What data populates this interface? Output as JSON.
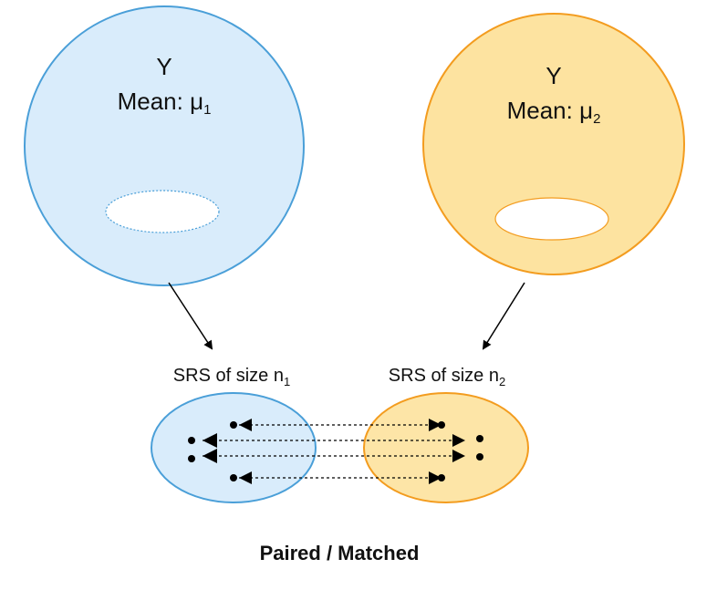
{
  "population_1": {
    "variable": "Y",
    "mean_label": "Mean: ",
    "mean_symbol": "μ",
    "mean_sub": "1",
    "color": "#d9ecfb",
    "stroke": "#4a9fd8"
  },
  "population_2": {
    "variable": "Y",
    "mean_label": "Mean: ",
    "mean_symbol": "μ",
    "mean_sub": "2",
    "color": "#fde3a0",
    "stroke": "#f39c1f"
  },
  "sample_1": {
    "label": "SRS of size n",
    "sub": "1"
  },
  "sample_2": {
    "label": "SRS of size n",
    "sub": "2"
  },
  "caption": "Paired / Matched"
}
